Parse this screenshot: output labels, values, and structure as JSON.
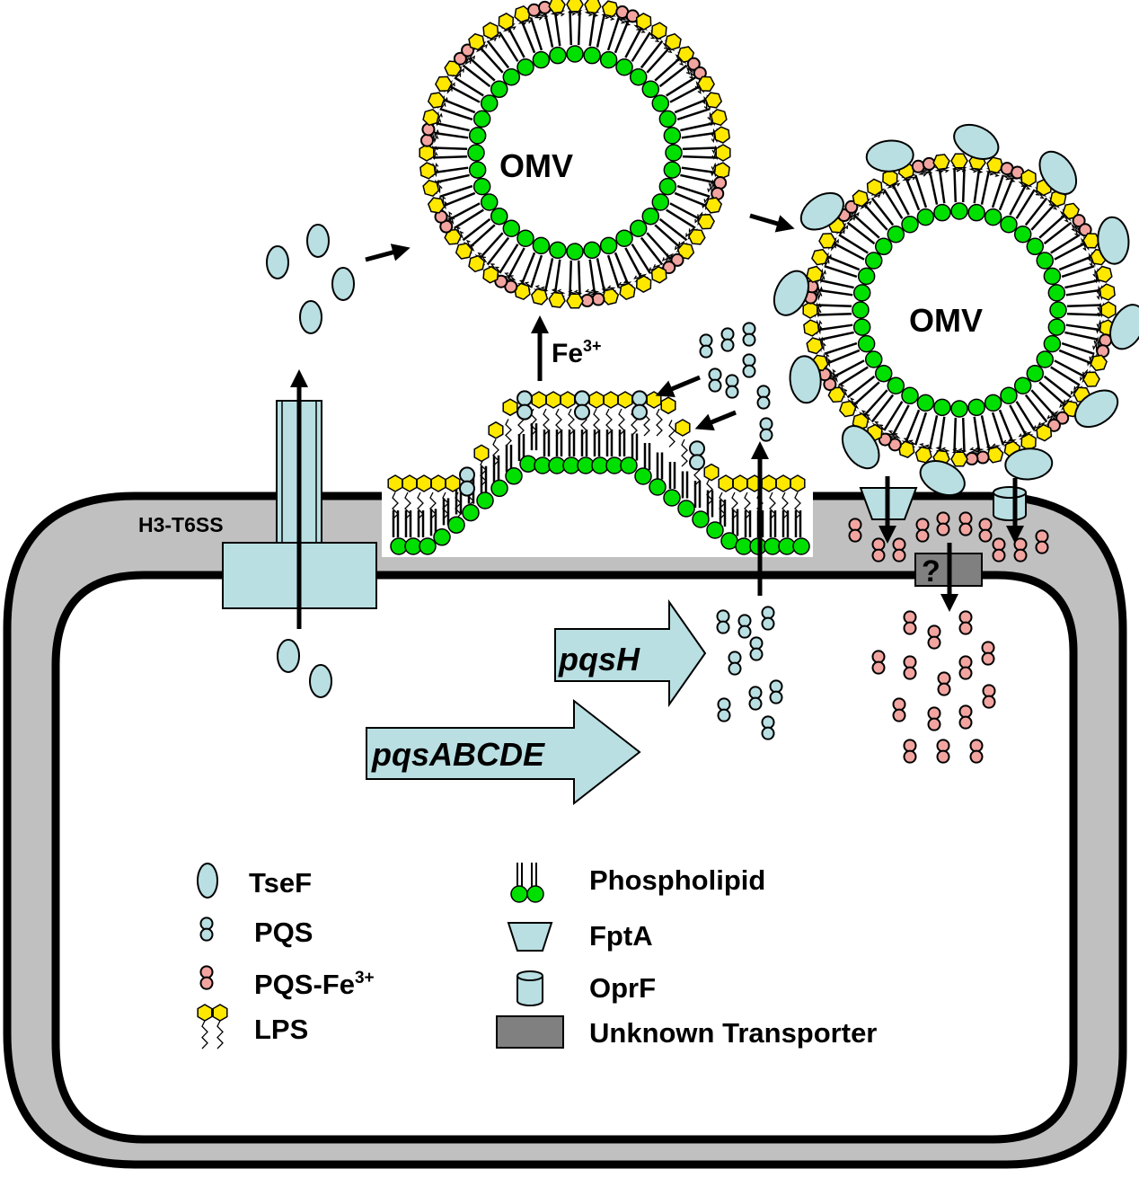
{
  "diagram": {
    "labels": {
      "omv_top": "OMV",
      "omv_right": "OMV",
      "iron": "Fe",
      "iron_charge": "3+",
      "secretion_system": "H3-T6SS",
      "gene_pqsH": "pqsH",
      "gene_pqsABCDE": "pqsABCDE",
      "unknown_mark": "?"
    },
    "legend": {
      "left": [
        {
          "icon": "tsef-icon",
          "label": "TseF",
          "sup": ""
        },
        {
          "icon": "pqs-icon",
          "label": "PQS",
          "sup": ""
        },
        {
          "icon": "pqs-fe-icon",
          "label": "PQS-Fe",
          "sup": "3+"
        },
        {
          "icon": "lps-icon",
          "label": "LPS",
          "sup": ""
        }
      ],
      "right": [
        {
          "icon": "phospholipid-icon",
          "label": "Phospholipid"
        },
        {
          "icon": "fpta-icon",
          "label": "FptA"
        },
        {
          "icon": "oprf-icon",
          "label": "OprF"
        },
        {
          "icon": "unknown-transporter-icon",
          "label": "Unknown Transporter"
        }
      ]
    },
    "colors": {
      "tsef": "#b9dfe2",
      "pqs": "#b9dfe2",
      "pqs_fe": "#f2a5a0",
      "lps_head": "#ffe800",
      "phospholipid_head": "#00e000",
      "periplasm": "#c0c0c0",
      "unknown_transporter": "#808080",
      "outline": "#000000"
    }
  }
}
